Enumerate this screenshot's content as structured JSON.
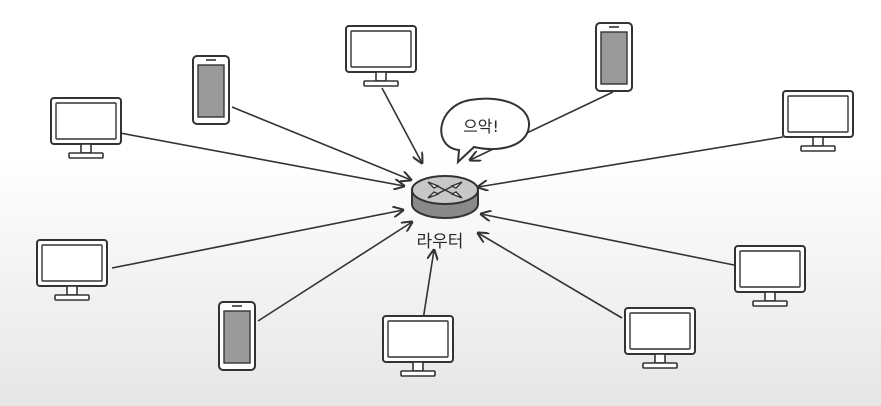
{
  "router": {
    "label": "라우터",
    "speech": "으악!"
  },
  "devices": [
    {
      "kind": "monitor",
      "icon": "monitor-icon"
    },
    {
      "kind": "phone",
      "icon": "phone-icon"
    },
    {
      "kind": "monitor",
      "icon": "monitor-icon"
    },
    {
      "kind": "phone",
      "icon": "phone-icon"
    },
    {
      "kind": "monitor",
      "icon": "monitor-icon"
    },
    {
      "kind": "monitor",
      "icon": "monitor-icon"
    },
    {
      "kind": "phone",
      "icon": "phone-icon"
    },
    {
      "kind": "monitor",
      "icon": "monitor-icon"
    },
    {
      "kind": "monitor",
      "icon": "monitor-icon"
    },
    {
      "kind": "monitor",
      "icon": "monitor-icon"
    }
  ],
  "colors": {
    "stroke": "#333333",
    "phone_screen": "#9a9a9a",
    "router_top": "#c8c8c8",
    "router_side": "#8a8a8a"
  }
}
